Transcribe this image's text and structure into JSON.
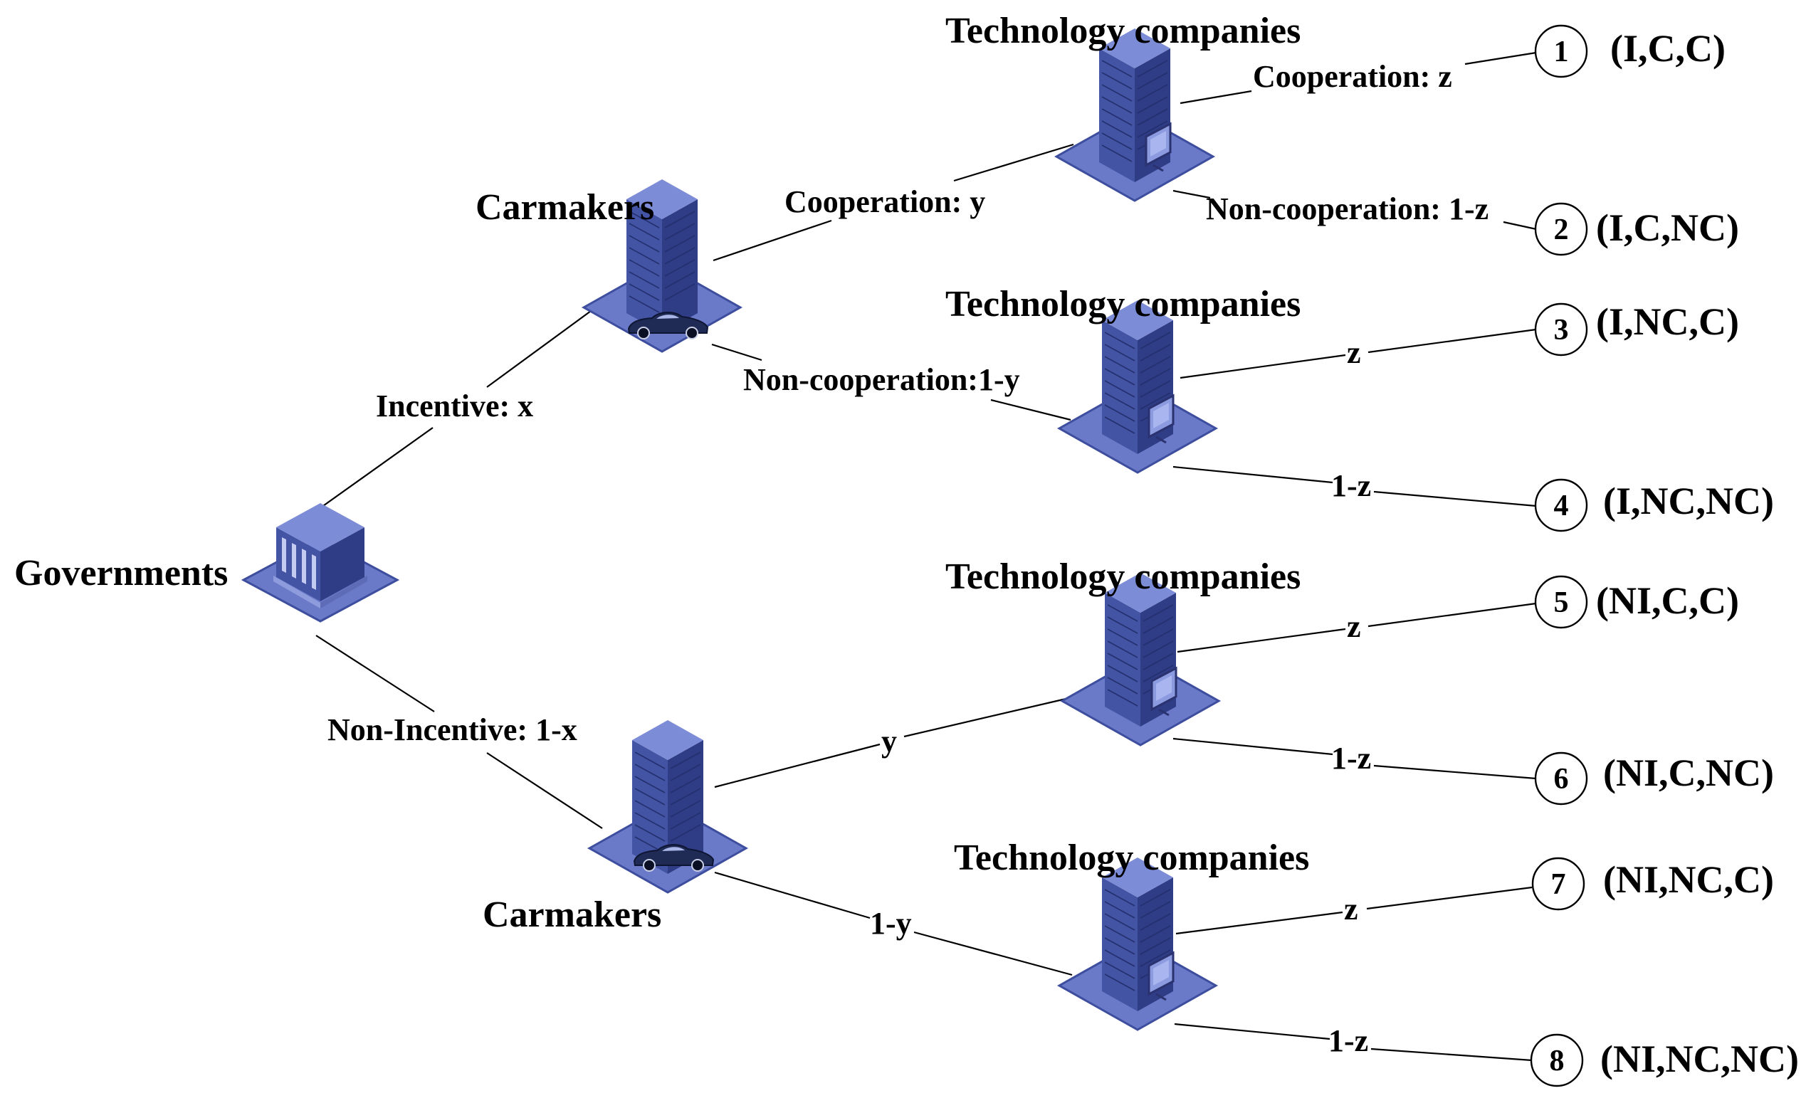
{
  "governments": {
    "label": "Governments",
    "icon_text": "Government",
    "icon": "government-building-icon"
  },
  "carmakers": {
    "label_top": "Carmakers",
    "label_bottom": "Carmakers",
    "icon": "carmaker-building-icon"
  },
  "tech_companies": {
    "label": "Technology companies",
    "icon": "tech-company-building-icon"
  },
  "edges": {
    "incentive": "Incentive: x",
    "non_incentive": "Non-Incentive: 1-x",
    "coop_y": "Cooperation: y",
    "noncoop_y": "Non-cooperation:1-y",
    "y": "y",
    "one_minus_y": "1-y",
    "coop_z": "Cooperation: z",
    "noncoop_z": "Non-cooperation: 1-z",
    "z": "z",
    "one_minus_z": "1-z"
  },
  "leaves": [
    {
      "num": "1",
      "outcome": "(I,C,C)"
    },
    {
      "num": "2",
      "outcome": "(I,C,NC)"
    },
    {
      "num": "3",
      "outcome": "(I,NC,C)"
    },
    {
      "num": "4",
      "outcome": "(I,NC,NC)"
    },
    {
      "num": "5",
      "outcome": "(NI,C,C)"
    },
    {
      "num": "6",
      "outcome": "(NI,C,NC)"
    },
    {
      "num": "7",
      "outcome": "(NI,NC,C)"
    },
    {
      "num": "8",
      "outcome": "(NI,NC,NC)"
    }
  ],
  "colors": {
    "building": "#4a5aa8",
    "building_dark": "#2e3a80",
    "base": "#6a7ac8",
    "base_edge": "#4050a0"
  }
}
